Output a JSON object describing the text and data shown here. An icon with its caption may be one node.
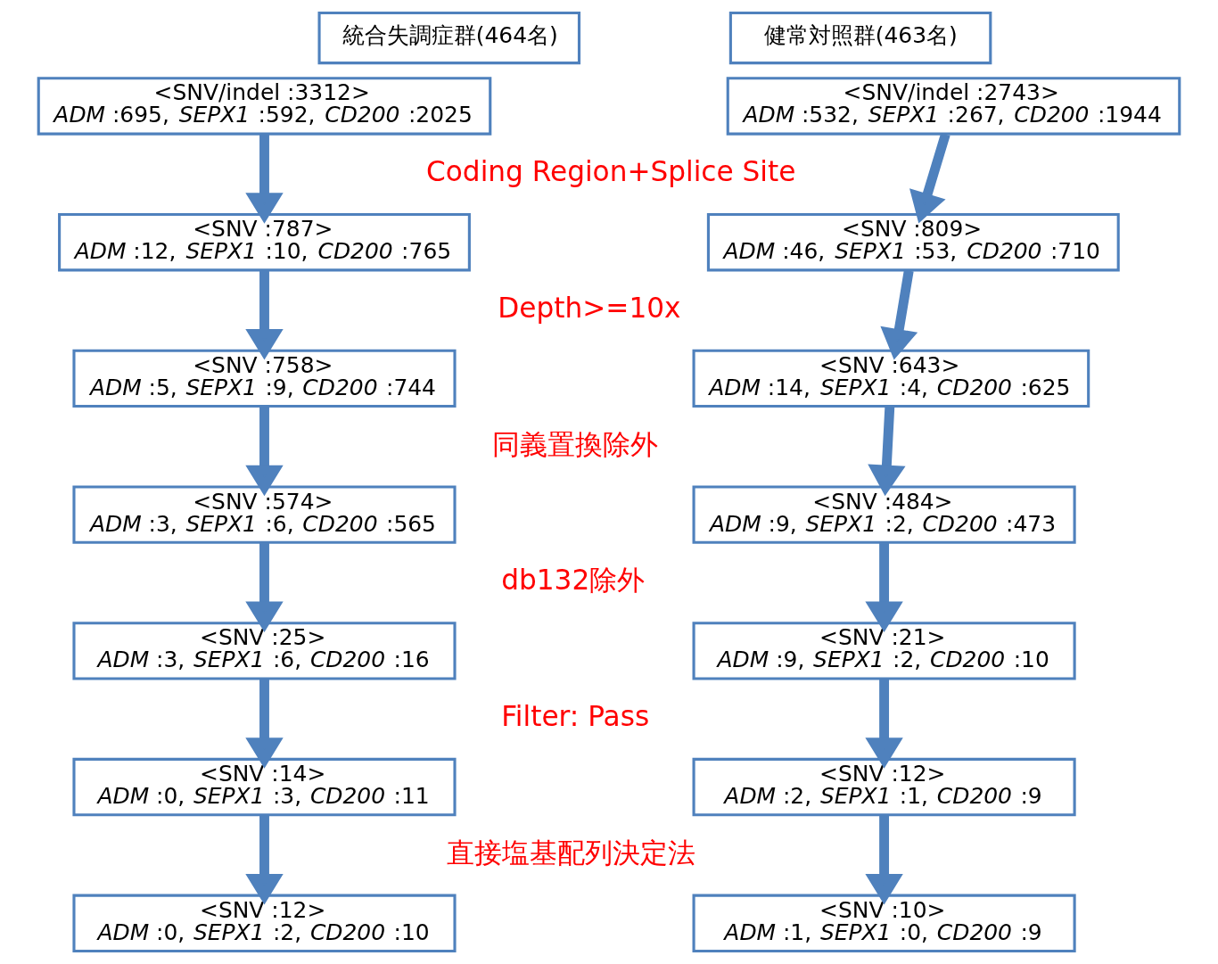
{
  "diagram": {
    "nodes": [
      {
        "text": [
          "統合失調症群(464名)"
        ]
      },
      {
        "text": [
          "健常対照群(463名)"
        ]
      },
      {
        "text": [
          "<SNV/indel :3312>",
          "*ADM* :695, *SEPX1* :592, *CD200* :2025"
        ]
      },
      {
        "text": [
          "<SNV/indel :2743>",
          "*ADM* :532, *SEPX1* :267, *CD200* :1944"
        ]
      },
      {
        "text": [
          "<SNV :787>",
          "*ADM* :12, *SEPX1* :10, *CD200* :765"
        ]
      },
      {
        "text": [
          "<SNV :809>",
          "*ADM* :46, *SEPX1* :53, *CD200* :710"
        ]
      },
      {
        "text": [
          "<SNV :758>",
          "*ADM* :5, *SEPX1* :9, *CD200* :744"
        ]
      },
      {
        "text": [
          "<SNV :643>",
          "*ADM* :14, *SEPX1* :4, *CD200* :625"
        ]
      },
      {
        "text": [
          "<SNV :574>",
          "*ADM* :3, *SEPX1* :6, *CD200* :565"
        ]
      },
      {
        "text": [
          "<SNV :484>",
          "*ADM* :9, *SEPX1* :2, *CD200* :473"
        ]
      },
      {
        "text": [
          "<SNV :25>",
          "*ADM* :3, *SEPX1* :6, *CD200* :16"
        ]
      },
      {
        "text": [
          "<SNV :21>",
          "*ADM* :9, *SEPX1* :2, *CD200* :10"
        ]
      },
      {
        "text": [
          "<SNV :14>",
          "*ADM* :0, *SEPX1* :3, *CD200* :11"
        ]
      },
      {
        "text": [
          "<SNV :12>",
          "*ADM* :2, *SEPX1* :1, *CD200* :9"
        ]
      },
      {
        "text": [
          "<SNV :12>",
          "*ADM* :0, *SEPX1* :2, *CD200* :10"
        ]
      },
      {
        "text": [
          "<SNV :10>",
          "*ADM* :1, *SEPX1* :0, *CD200* :9"
        ]
      }
    ],
    "edges": [
      {
        "from": 2,
        "to": 4,
        "arrow": "to"
      },
      {
        "from": 3,
        "to": 5,
        "arrow": "to"
      },
      {
        "from": 4,
        "to": 6,
        "arrow": "to"
      },
      {
        "from": 5,
        "to": 7,
        "arrow": "to"
      },
      {
        "from": 6,
        "to": 8,
        "arrow": "to"
      },
      {
        "from": 7,
        "to": 9,
        "arrow": "to"
      },
      {
        "from": 8,
        "to": 10,
        "arrow": "to"
      },
      {
        "from": 9,
        "to": 11,
        "arrow": "to"
      },
      {
        "from": 10,
        "to": 12,
        "arrow": "to"
      },
      {
        "from": 11,
        "to": 13,
        "arrow": "to"
      },
      {
        "from": 12,
        "to": 14,
        "arrow": "to"
      },
      {
        "from": 13,
        "to": 15,
        "arrow": "to"
      }
    ],
    "labels": [
      "Coding Region+Splice Site",
      "Depth>=10x",
      "同義置換除外",
      "db132除外",
      "Filter: Pass",
      "直接塩基配列決定法"
    ]
  }
}
